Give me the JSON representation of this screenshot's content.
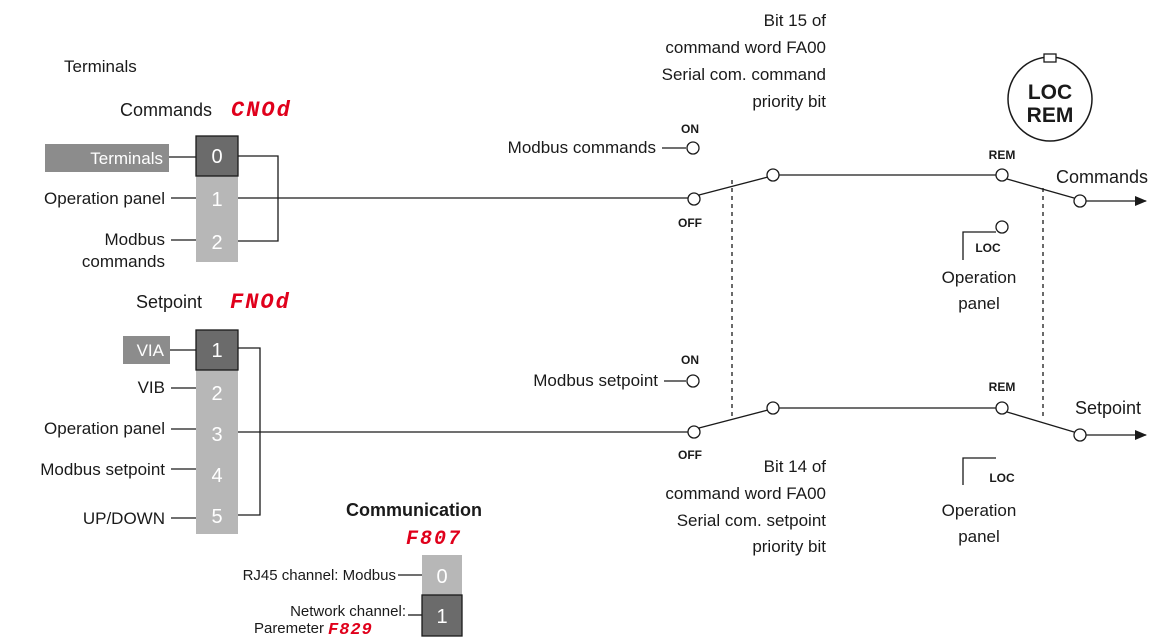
{
  "terminals_title": "Terminals",
  "commands": {
    "label": "Commands",
    "code": "CNOd",
    "options": [
      {
        "value": "0",
        "label": "Terminals",
        "selected": true
      },
      {
        "value": "1",
        "label": "Operation panel",
        "selected": false
      },
      {
        "value": "2",
        "label": [
          "Modbus",
          "commands"
        ],
        "selected": false
      }
    ]
  },
  "setpoint": {
    "label": "Setpoint",
    "code": "FNOd",
    "options": [
      {
        "value": "1",
        "label": "VIA",
        "selected": true
      },
      {
        "value": "2",
        "label": "VIB",
        "selected": false
      },
      {
        "value": "3",
        "label": "Operation panel",
        "selected": false
      },
      {
        "value": "4",
        "label": "Modbus setpoint",
        "selected": false
      },
      {
        "value": "5",
        "label": "UP/DOWN",
        "selected": false
      }
    ]
  },
  "communication": {
    "title": "Communication",
    "code": "F807",
    "options": [
      {
        "value": "0",
        "label": "RJ45 channel: Modbus",
        "selected": false
      },
      {
        "value": "1",
        "label": "Network channel:",
        "label2": "Paremeter",
        "code": "F829",
        "selected": true
      }
    ]
  },
  "command_bit": [
    "Bit 15 of",
    "command word FA00",
    "Serial com. command",
    "priority bit"
  ],
  "setpoint_bit": [
    "Bit 14 of",
    "command word FA00",
    "Serial com. setpoint",
    "priority bit"
  ],
  "switch_labels": {
    "on": "ON",
    "off": "OFF",
    "rem": "REM",
    "loc": "LOC",
    "modbus_commands": "Modbus commands",
    "modbus_setpoint": "Modbus setpoint",
    "operation_panel": [
      "Operation",
      "panel"
    ]
  },
  "outputs": {
    "commands": "Commands",
    "setpoint": "Setpoint"
  },
  "loc_rem_key": [
    "LOC",
    "REM"
  ],
  "colors": {
    "parameter_code": "#e0001b",
    "selected_cell": "#6b6b6b",
    "unselected_cell": "#b7b7b7",
    "highlight_tag": "#8c8c8c"
  }
}
